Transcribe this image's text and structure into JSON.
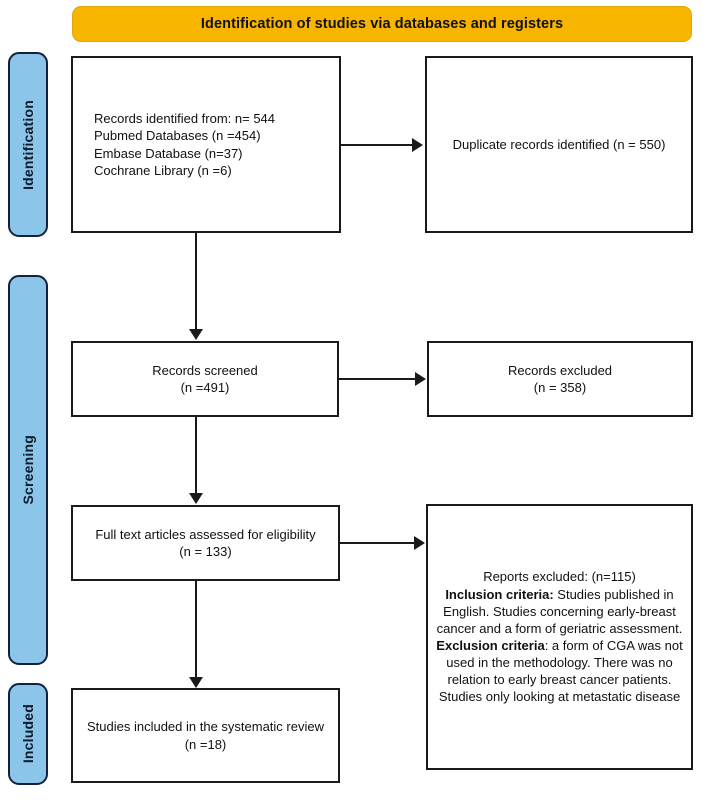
{
  "diagram": {
    "type": "prisma-flow-diagram",
    "title": "Identification of studies via databases and registers",
    "colors": {
      "header_banner": "#F7B500",
      "stage_tab": "#8CC5EA",
      "stage_tab_border": "#14213D",
      "box_border": "#1A1A1A",
      "text": "#111111",
      "background": "#FFFFFF"
    }
  },
  "header": {
    "label": "Identification of studies via databases and registers"
  },
  "stages": [
    {
      "id": "identification",
      "label": "Identification"
    },
    {
      "id": "screening",
      "label": "Screening"
    },
    {
      "id": "included",
      "label": "Included"
    }
  ],
  "boxes": {
    "records_identified": {
      "text": "Records identified from: n= 544\n   Pubmed Databases (n =454)\n   Embase Database (n=37)\n   Cochrane Library (n =6)",
      "total": 544,
      "sources": [
        {
          "name": "Pubmed Databases",
          "n": 454
        },
        {
          "name": "Embase Database",
          "n": 37
        },
        {
          "name": "Cochrane Library",
          "n": 6
        }
      ]
    },
    "duplicates_removed": {
      "text": "Duplicate records identified (n = 550)",
      "n": 550
    },
    "records_screened": {
      "text": "Records screened\n(n =491)",
      "n": 491
    },
    "records_excluded": {
      "text": "Records excluded\n(n = 358)",
      "n": 358
    },
    "fulltext_assessed": {
      "text": "Full text articles assessed for eligibility\n(n = 133)",
      "n": 133
    },
    "reports_excluded": {
      "line1": "Reports excluded: (n=115)",
      "inclusion_label": "Inclusion criteria:",
      "inclusion_text": " Studies published in English. Studies concerning early-breast cancer and a form of geriatric assessment.",
      "exclusion_label": "Exclusion criteria",
      "exclusion_text": ": a form of CGA was not used in the methodology. There was no relation to early breast cancer patients. Studies only looking at metastatic disease",
      "n": 115
    },
    "studies_included": {
      "text": "Studies included in the systematic review\n(n =18)",
      "n": 18
    }
  },
  "connectors": [
    {
      "id": "identified-to-screened",
      "from": "records_identified",
      "to": "records_screened",
      "direction": "down"
    },
    {
      "id": "identified-to-duplicates",
      "from": "records_identified",
      "to": "duplicates_removed",
      "direction": "right"
    },
    {
      "id": "screened-to-fulltext",
      "from": "records_screened",
      "to": "fulltext_assessed",
      "direction": "down"
    },
    {
      "id": "screened-to-excluded",
      "from": "records_screened",
      "to": "records_excluded",
      "direction": "right"
    },
    {
      "id": "fulltext-to-included",
      "from": "fulltext_assessed",
      "to": "studies_included",
      "direction": "down"
    },
    {
      "id": "fulltext-to-reports-excluded",
      "from": "fulltext_assessed",
      "to": "reports_excluded",
      "direction": "right"
    }
  ]
}
